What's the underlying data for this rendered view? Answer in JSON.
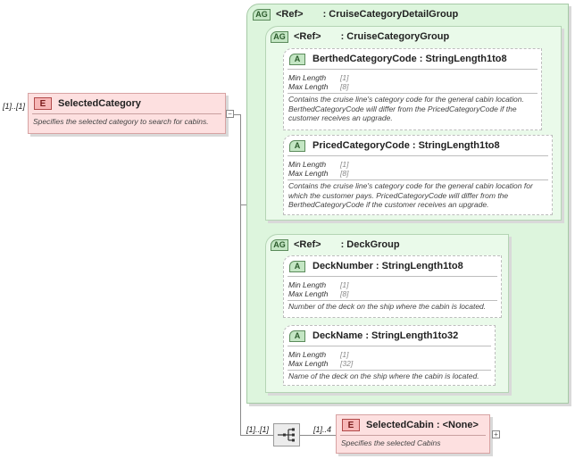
{
  "root": {
    "occurrence": "[1]..[1]",
    "badge": "E",
    "name": "SelectedCategory",
    "description": "Specifies the selected category to search for cabins."
  },
  "detail_group": {
    "badge": "AG",
    "ref": "<Ref>",
    "name": ": CruiseCategoryDetailGroup"
  },
  "category_group": {
    "badge": "AG",
    "ref": "<Ref>",
    "name": ": CruiseCategoryGroup",
    "attributes": [
      {
        "badge": "A",
        "name": "BerthedCategoryCode : StringLength1to8",
        "min_label": "Min Length",
        "min_value": "[1]",
        "max_label": "Max Length",
        "max_value": "[8]",
        "description": [
          "Contains the cruise line's category code for the general cabin location.",
          "BerthedCategoryCode will differ from the PricedCategoryCode if the",
          "customer receives an upgrade."
        ]
      },
      {
        "badge": "A",
        "name": "PricedCategoryCode : StringLength1to8",
        "min_label": "Min Length",
        "min_value": "[1]",
        "max_label": "Max Length",
        "max_value": "[8]",
        "description": [
          "Contains the cruise line's category code for the general cabin location for",
          "which the customer pays.  PricedCategoryCode will differ from the",
          "BerthedCategoryCode if the customer receives an upgrade."
        ]
      }
    ]
  },
  "deck_group": {
    "badge": "AG",
    "ref": "<Ref>",
    "name": ": DeckGroup",
    "attributes": [
      {
        "badge": "A",
        "name": "DeckNumber : StringLength1to8",
        "min_label": "Min Length",
        "min_value": "[1]",
        "max_label": "Max Length",
        "max_value": "[8]",
        "description": [
          "Number of the deck on the ship where the cabin is located."
        ]
      },
      {
        "badge": "A",
        "name": "DeckName : StringLength1to32",
        "min_label": "Min Length",
        "min_value": "[1]",
        "max_label": "Max Length",
        "max_value": "[32]",
        "description": [
          "Name of the deck on the ship where the cabin is located."
        ]
      }
    ]
  },
  "sequence": {
    "occurrence": "[1]..[1]",
    "icon": "sequence-icon"
  },
  "child": {
    "occurrence": "[1]..4",
    "badge": "E",
    "name": "SelectedCabin : <None>",
    "description": "Specifies the selected Cabins"
  },
  "colors": {
    "element_fill": "#fde0e0",
    "group_fill": "#ddf5dd",
    "attribute_border": "#bdbdbd"
  }
}
